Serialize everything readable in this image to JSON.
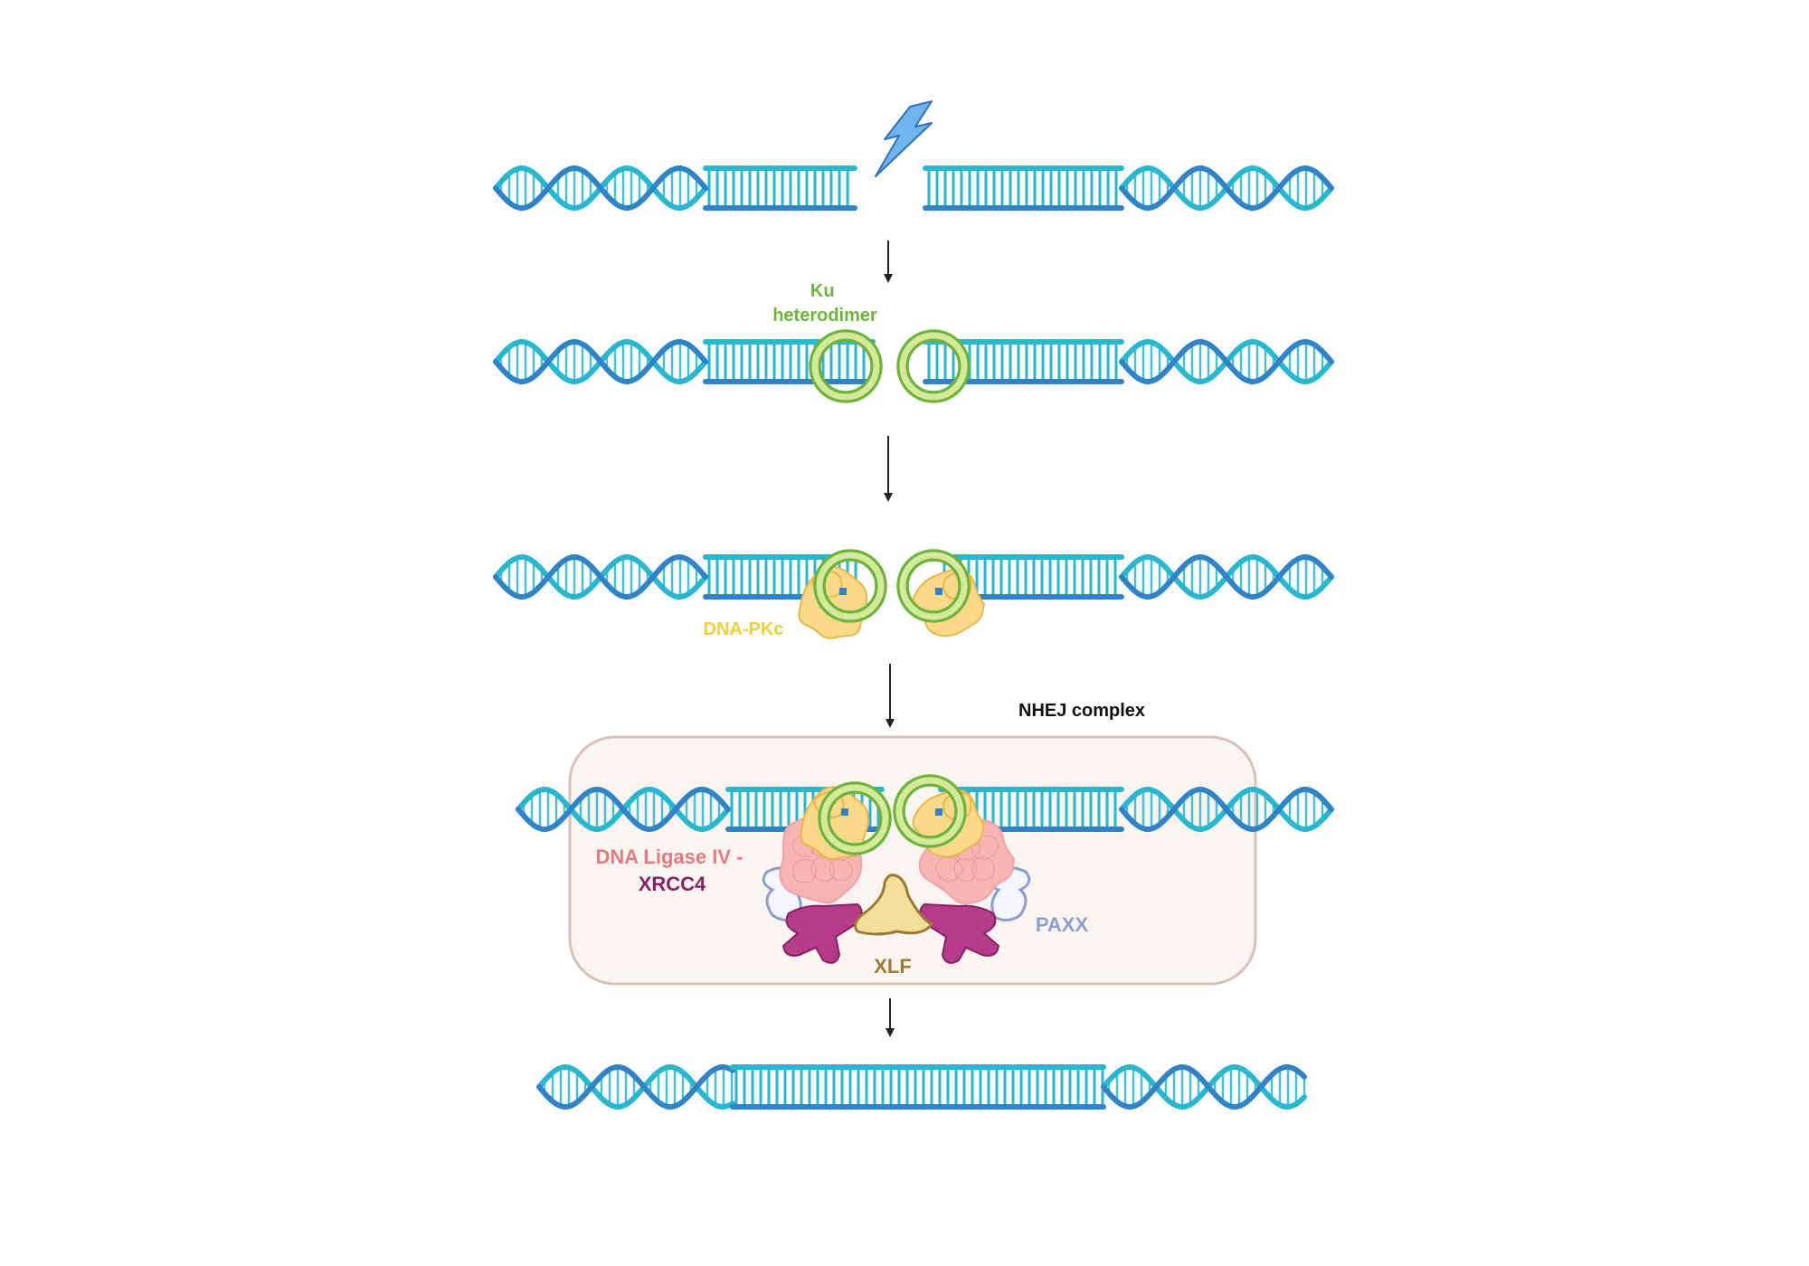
{
  "labels": {
    "ku": [
      "Ku",
      "heterodimer"
    ],
    "dna_pkc": "DNA-PKc",
    "nhej_complex": "NHEJ complex",
    "ligase_line1": "DNA Ligase IV -",
    "ligase_line2": "XRCC4",
    "paxx": "PAXX",
    "xlf": "XLF"
  },
  "colors": {
    "strand_dark": "#2f83c6",
    "strand_light": "#29b6cf",
    "ku": "#6fb33f",
    "ku_fill": "#d4e99a",
    "dna_pkc": "#f1cf3d",
    "dna_pkc_fill": "#fbd98a",
    "ligase": "#e37b7f",
    "ligase_fill": "#f6b4b3",
    "xrcc4": "#8a2164",
    "xrcc4_fill": "#b43b8a",
    "paxx": "#8d9fcc",
    "xlf": "#9b7a34",
    "xlf_fill": "#f2df9d",
    "complex_box_fill": "#fbf5f2",
    "complex_box_border": "#d8c2b8",
    "lightning": "#6fb6ee",
    "text": "#111111"
  },
  "icons": [
    "lightning-icon",
    "arrow-down-icon",
    "ku-ring-icon",
    "dna-pkc-icon",
    "ligase-icon",
    "xrcc4-icon",
    "paxx-icon",
    "xlf-icon"
  ]
}
